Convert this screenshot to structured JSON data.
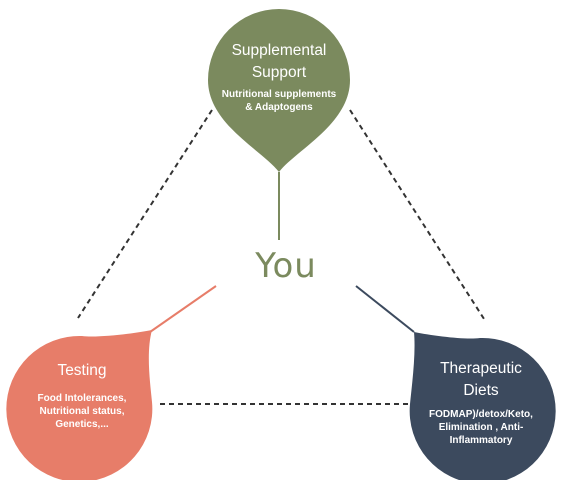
{
  "nodes": {
    "supplemental": {
      "title_line1": "Supplemental",
      "title_line2": "Support",
      "sub_line1": "Nutritional supplements",
      "sub_line2": "& Adaptogens",
      "color": "#7b8a5e"
    },
    "testing": {
      "title": "Testing",
      "sub_line1": "Food Intolerances,",
      "sub_line2": "Nutritional status,",
      "sub_line3": "Genetics,...",
      "color": "#e77d69"
    },
    "therapeutic": {
      "title_line1": "Therapeutic",
      "title_line2": "Diets",
      "sub_line1": "FODMAP)/detox/Keto,",
      "sub_line2": "Elimination , Anti-",
      "sub_line3": "Inflammatory",
      "color": "#3c4a5e"
    }
  },
  "center": {
    "label": "You"
  },
  "colors": {
    "dashed_line": "#333333"
  }
}
